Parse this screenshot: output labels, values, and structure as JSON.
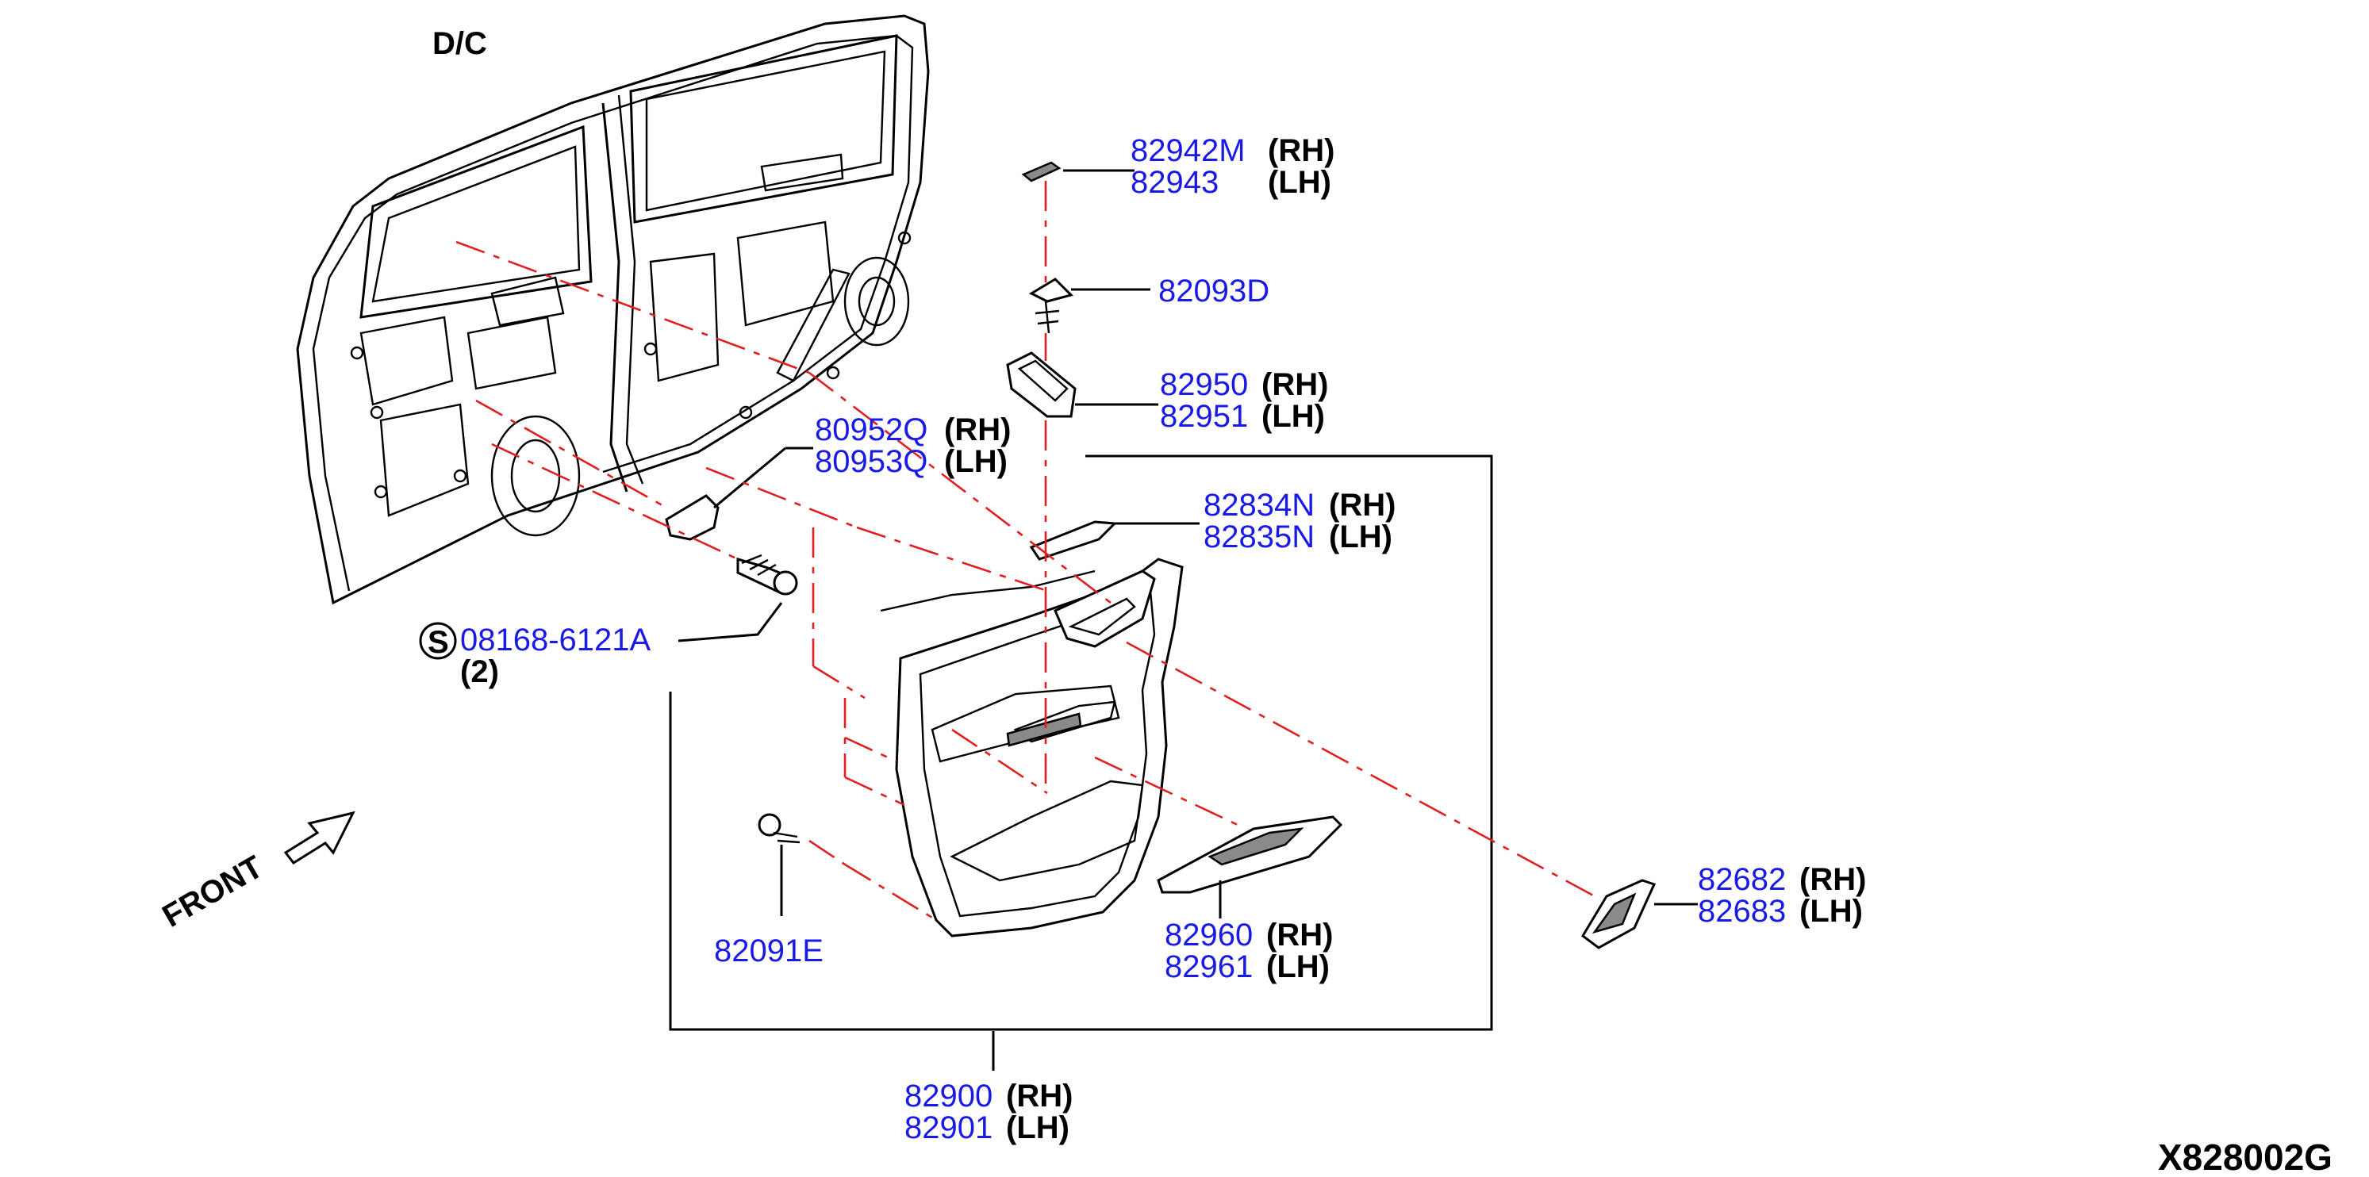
{
  "header": {
    "label": "D/C"
  },
  "diagram_code": "X828002G",
  "front_label": "FRONT",
  "callouts": [
    {
      "id": "finisher-cap",
      "lines": [
        {
          "num": "82942M",
          "side": "(RH)"
        },
        {
          "num": "82943",
          "side": "(LH)"
        }
      ]
    },
    {
      "id": "clip-top",
      "lines": [
        {
          "num": "82093D",
          "side": ""
        }
      ]
    },
    {
      "id": "pull-cup",
      "lines": [
        {
          "num": "82950",
          "side": "(RH)"
        },
        {
          "num": "82951",
          "side": "(LH)"
        }
      ]
    },
    {
      "id": "bracket",
      "lines": [
        {
          "num": "80952Q",
          "side": "(RH)"
        },
        {
          "num": "80953Q",
          "side": "(LH)"
        }
      ]
    },
    {
      "id": "screw",
      "lines": [
        {
          "num": "08168-6121A",
          "side": ""
        }
      ],
      "symbol": "S",
      "qty": "(2)"
    },
    {
      "id": "upper-trim",
      "lines": [
        {
          "num": "82834N",
          "side": "(RH)"
        },
        {
          "num": "82835N",
          "side": "(LH)"
        }
      ]
    },
    {
      "id": "escutcheon",
      "lines": [
        {
          "num": "82682",
          "side": "(RH)"
        },
        {
          "num": "82683",
          "side": "(LH)"
        }
      ]
    },
    {
      "id": "switch-finisher",
      "lines": [
        {
          "num": "82960",
          "side": "(RH)"
        },
        {
          "num": "82961",
          "side": "(LH)"
        }
      ]
    },
    {
      "id": "clip-bottom",
      "lines": [
        {
          "num": "82091E",
          "side": ""
        }
      ]
    },
    {
      "id": "door-trim",
      "lines": [
        {
          "num": "82900",
          "side": "(RH)"
        },
        {
          "num": "82901",
          "side": "(LH)"
        }
      ]
    }
  ],
  "colors": {
    "part_number": "#1a1ae6",
    "dash_line": "#e02020",
    "line": "#000000"
  }
}
